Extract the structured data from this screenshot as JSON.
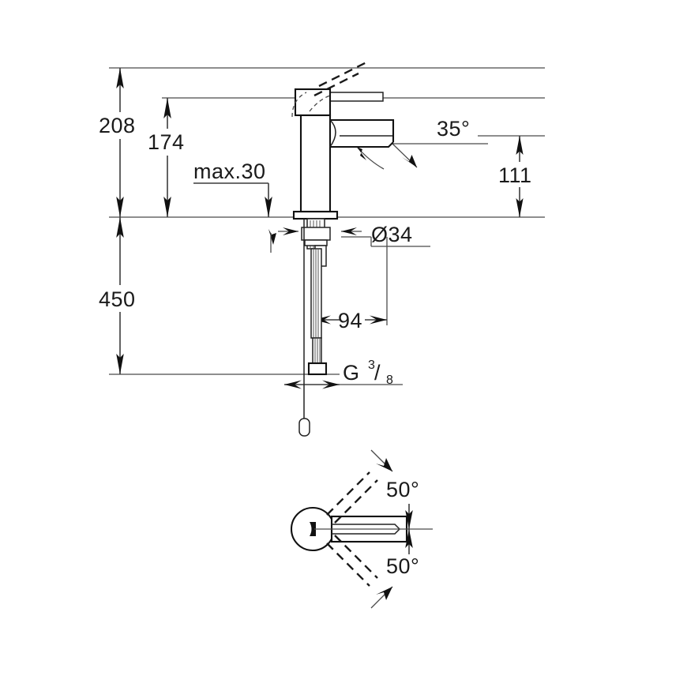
{
  "drawing": {
    "title": "Single-lever basin mixer dimensional drawing",
    "units": "mm",
    "dimensions": {
      "overall_height": "208",
      "spout_height": "174",
      "max_deck_thickness": "max.30",
      "hose_length": "450",
      "reach_height": "111",
      "mounting_hole_diameter": "Ø34",
      "spout_reach": "94",
      "thread_size_letter": "G",
      "thread_size_numerator": "3",
      "thread_size_slash": "/",
      "thread_size_denominator": "8",
      "spout_swivel_front": "35°",
      "swivel_left": "50°",
      "swivel_right": "50°"
    },
    "labels": {
      "d208": "208",
      "d174": "174",
      "dmax30": "max.30",
      "d450": "450",
      "d111": "111",
      "d34": "Ø34",
      "d94": "94",
      "a35": "35°",
      "a50_top": "50°",
      "a50_bottom": "50°"
    },
    "views": {
      "front": "front-elevation-view",
      "top": "top-plan-view"
    },
    "colors": {
      "line": "#3c3c3c",
      "object_line": "#111111",
      "text": "#1a1a1a",
      "background": "#ffffff"
    }
  }
}
